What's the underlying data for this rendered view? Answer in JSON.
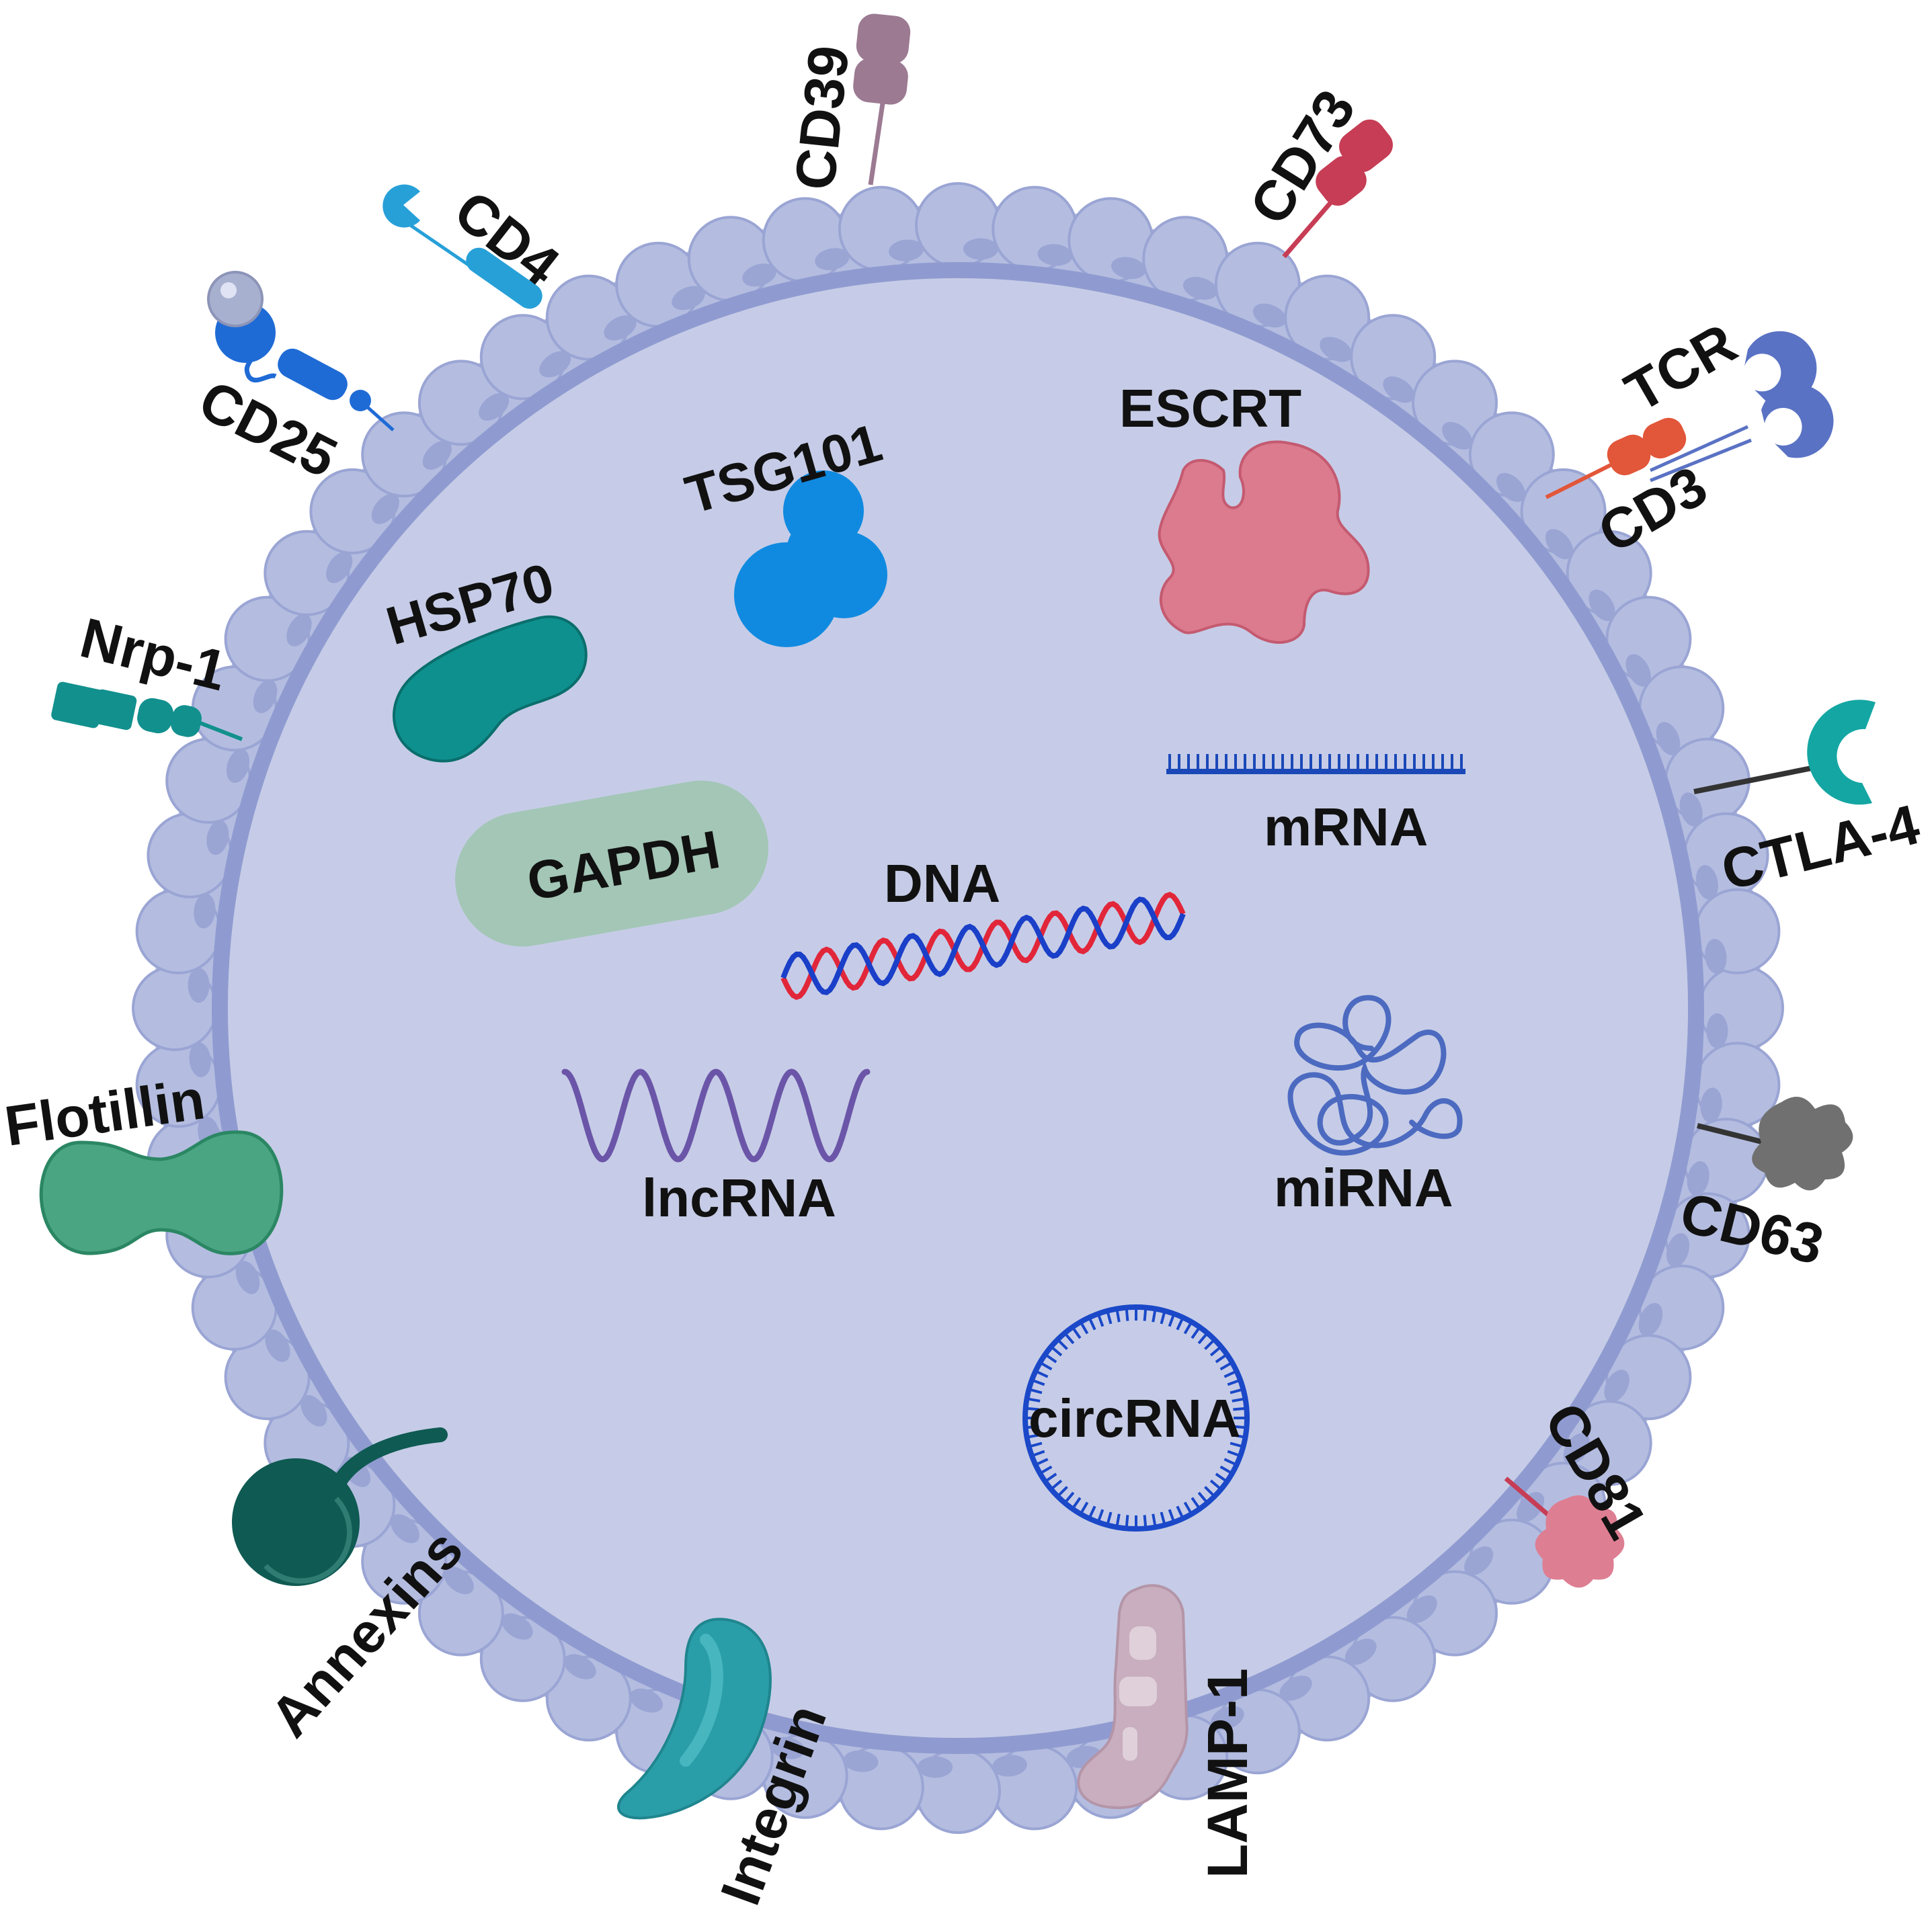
{
  "labels": {
    "cd39": "CD39",
    "cd73": "CD73",
    "cd4": "CD4",
    "cd25": "CD25",
    "tcr": "TCR",
    "cd3": "CD3",
    "nrp1": "Nrp-1",
    "ctla4": "CTLA-4",
    "flotillin": "Flotillin",
    "cd63": "CD63",
    "annexins": "Annexins",
    "cd81": "CD81",
    "integrin": "Integrin",
    "lamp1": "LAMP-1",
    "tsg101": "TSG101",
    "escrt": "ESCRT",
    "hsp70": "HSP70",
    "gapdh": "GAPDH",
    "mrna": "mRNA",
    "dna": "DNA",
    "lncrna": "lncRNA",
    "mirna": "miRNA",
    "circrna": "circRNA"
  },
  "colors": {
    "vesicle_fill": "#c6cce7",
    "membrane": "#a9b4dc",
    "membrane_line": "#8f9bd0",
    "cd39": "#9c7a92",
    "cd73": "#c63d55",
    "cd4": "#27a0d8",
    "cd25": "#1f6bd6",
    "tcr": "#5a72c4",
    "cd3": "#e2563a",
    "nrp1": "#12908e",
    "ctla4": "#13a6a3",
    "flotillin": "#4aa582",
    "cd63": "#707070",
    "annexins": "#0f5a52",
    "cd81": "#de7e92",
    "integrin": "#2a9ea8",
    "lamp1": "#c8aebe",
    "tsg101": "#108ae0",
    "escrt": "#dc7a8e",
    "hsp70": "#0e908e",
    "gapdh": "#a3c6b6",
    "mrna": "#1a48b8",
    "dna_red": "#e2263a",
    "dna_blue": "#1a3fc8",
    "lncrna": "#6b55a8",
    "mirna": "#4c6ac0",
    "circrna": "#1a48c8"
  },
  "icons": [
    "membrane-bilayer",
    "protein-markers",
    "nucleic-acids"
  ]
}
